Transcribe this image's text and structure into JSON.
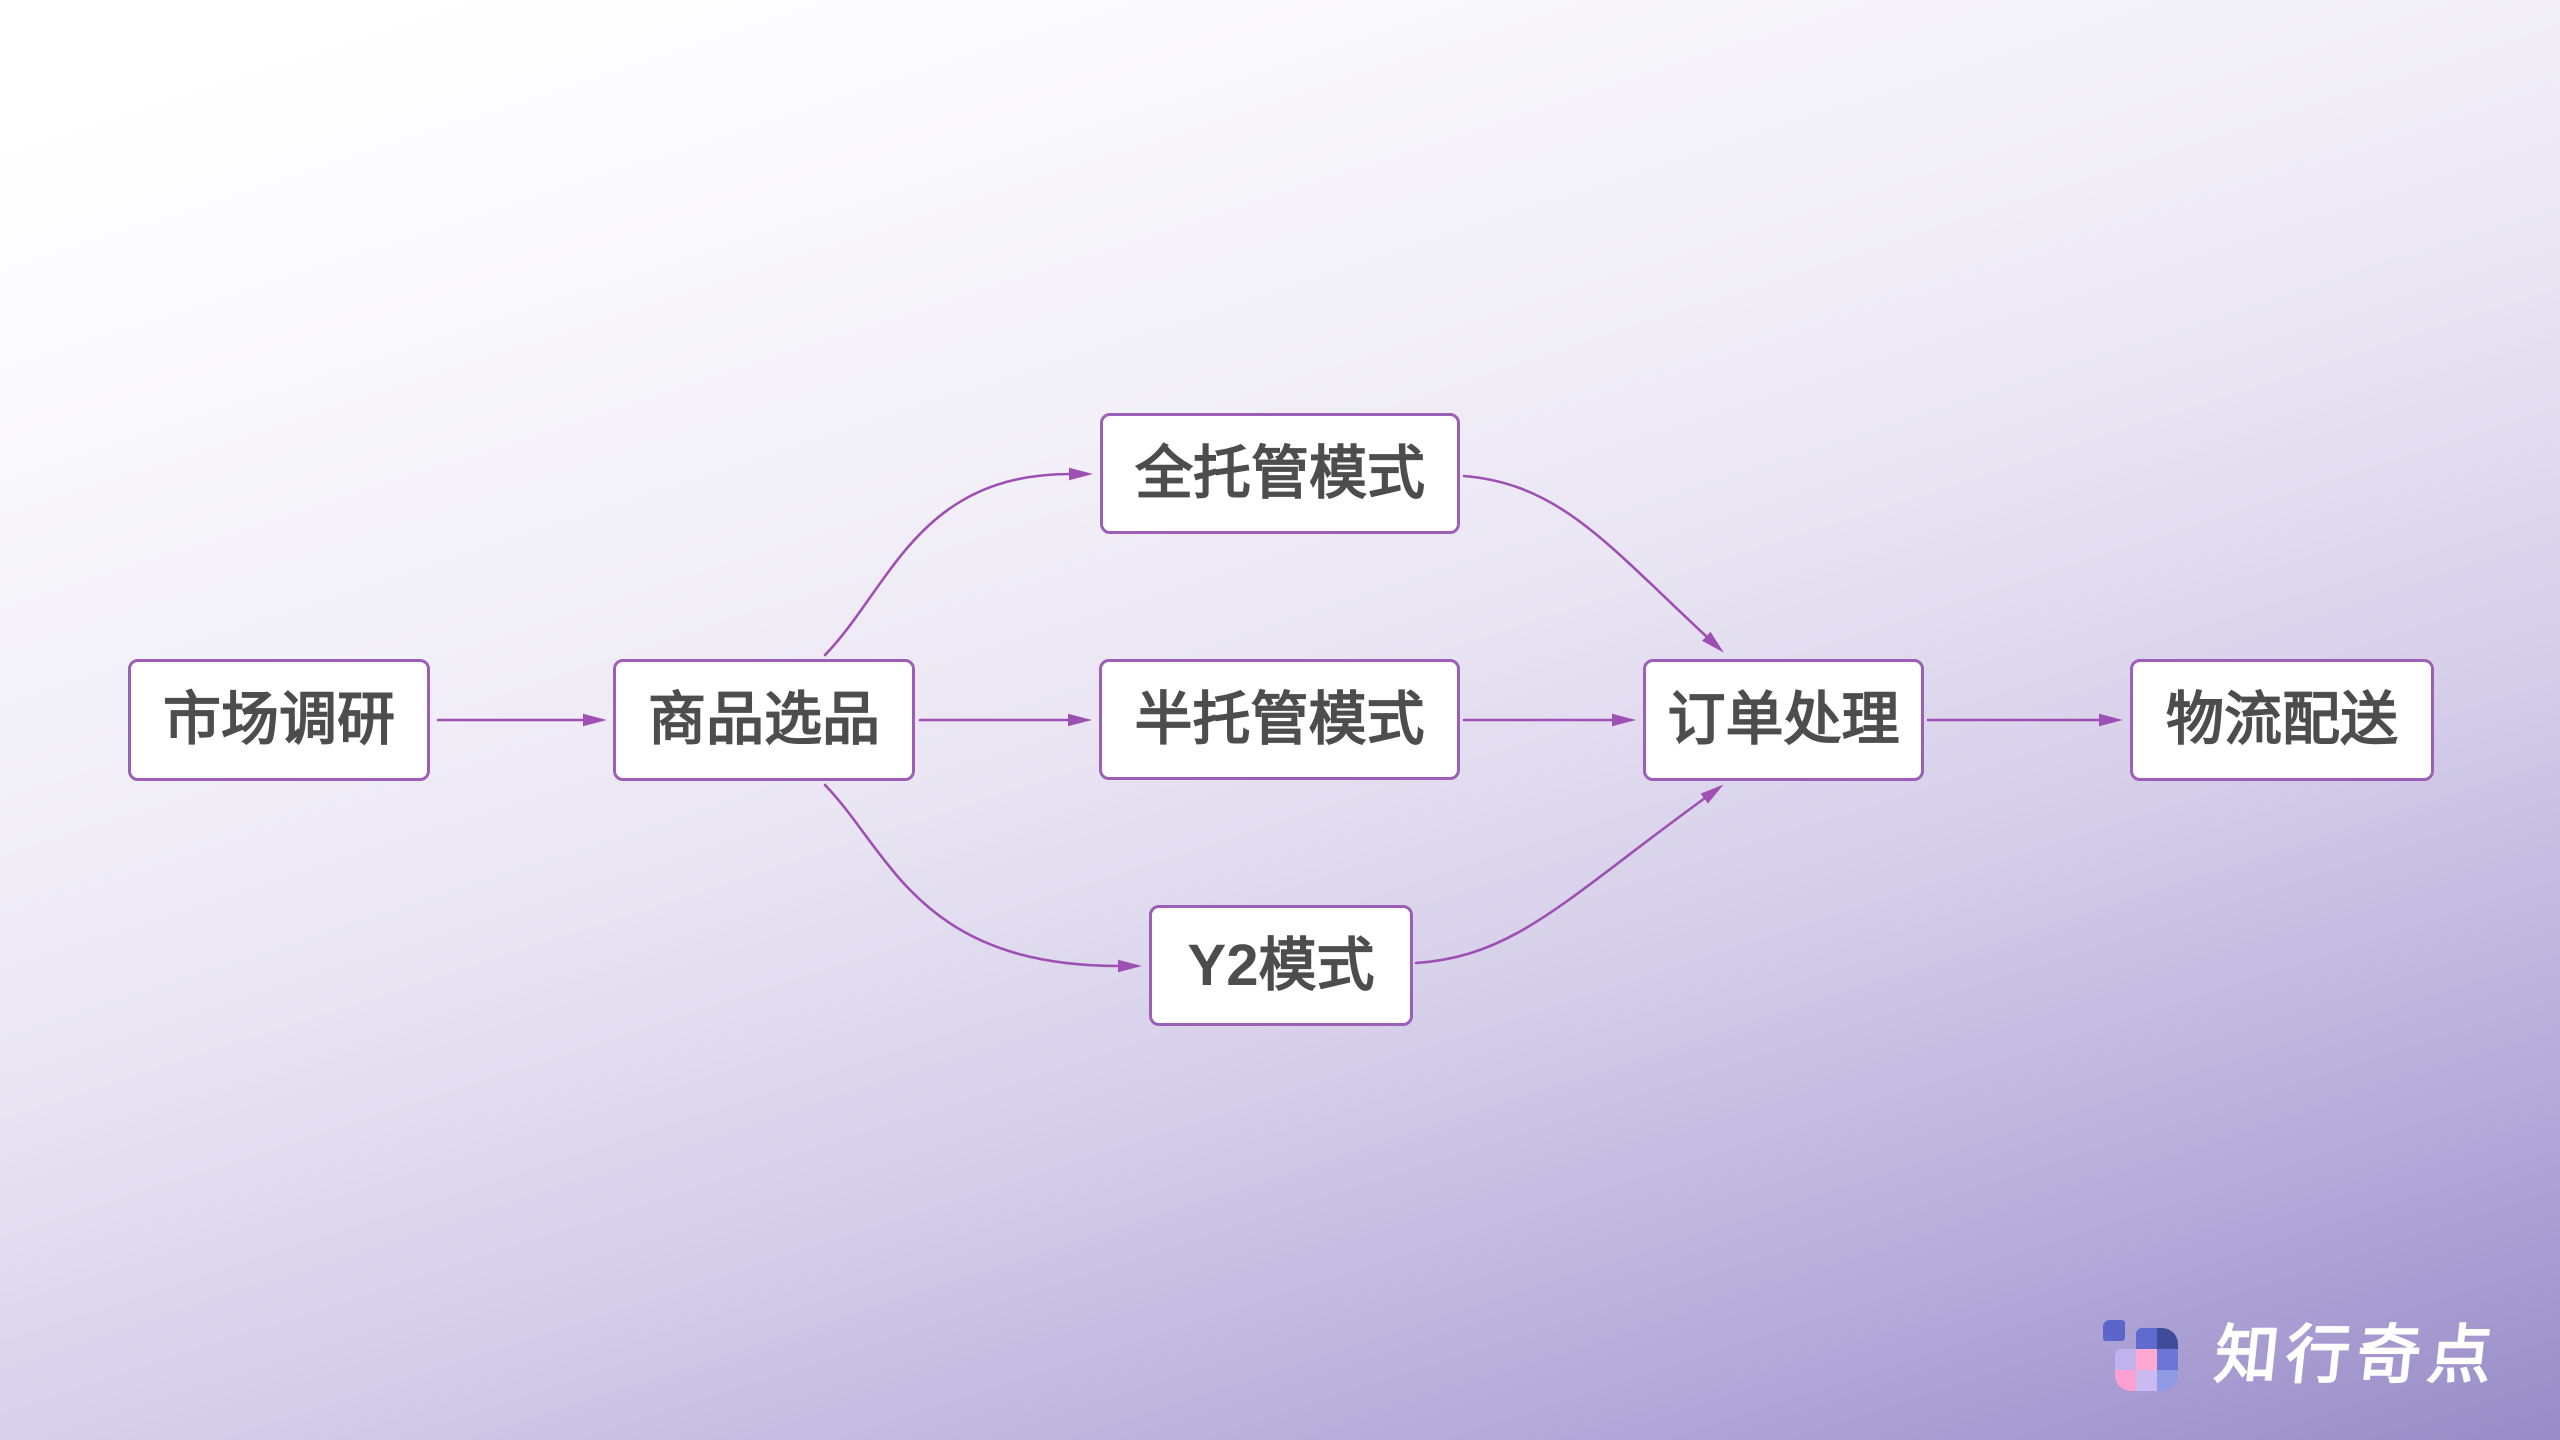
{
  "page": {
    "type": "flowchart-slide",
    "background_top_color": "#ffffff",
    "background_bottom_color": "#988cc7"
  },
  "theme": {
    "node_border_color": "#9c5eb6",
    "node_background_color": "#ffffff",
    "node_text_color": "#4d4d4d",
    "connector_color": "#9d4fb3"
  },
  "diagram": {
    "nodes": [
      {
        "id": "market-research",
        "label": "市场调研"
      },
      {
        "id": "product-selection",
        "label": "商品选品"
      },
      {
        "id": "full-managed-mode",
        "label": "全托管模式"
      },
      {
        "id": "semi-managed-mode",
        "label": "半托管模式"
      },
      {
        "id": "y2-mode",
        "label": "Y2模式"
      },
      {
        "id": "order-processing",
        "label": "订单处理"
      },
      {
        "id": "logistics-delivery",
        "label": "物流配送"
      }
    ],
    "edges": [
      {
        "from": "market-research",
        "to": "product-selection",
        "shape": "straight"
      },
      {
        "from": "product-selection",
        "to": "full-managed-mode",
        "shape": "curve-up"
      },
      {
        "from": "product-selection",
        "to": "semi-managed-mode",
        "shape": "straight"
      },
      {
        "from": "product-selection",
        "to": "y2-mode",
        "shape": "curve-down"
      },
      {
        "from": "full-managed-mode",
        "to": "order-processing",
        "shape": "curve-down"
      },
      {
        "from": "semi-managed-mode",
        "to": "order-processing",
        "shape": "straight"
      },
      {
        "from": "y2-mode",
        "to": "order-processing",
        "shape": "curve-up"
      },
      {
        "from": "order-processing",
        "to": "logistics-delivery",
        "shape": "straight"
      }
    ]
  },
  "logo": {
    "text": "知行奇点",
    "text_color": "#ffffff",
    "icon": "mosaic-grid-icon",
    "icon_colors": [
      "#5b66c8",
      "#5f6ace",
      "#3f4c9b",
      "#c0b2ee",
      "#ffa9d2",
      "#6b76d6",
      "#fda0d2",
      "#c9bbf2",
      "#9099e4"
    ]
  }
}
